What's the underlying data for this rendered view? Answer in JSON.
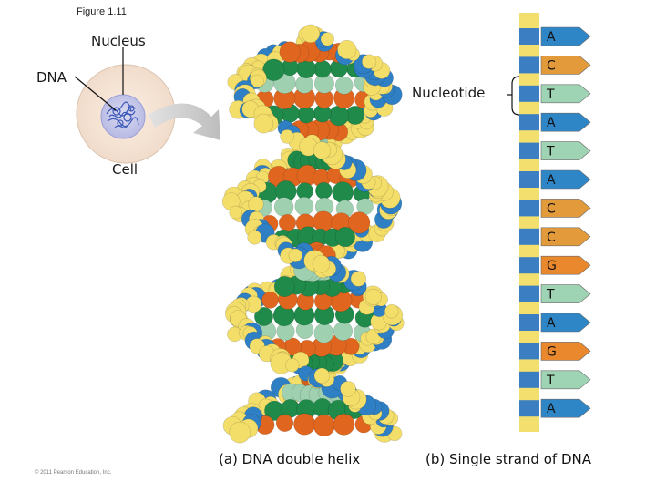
{
  "figure_label": "Figure 1.11",
  "labels": {
    "nucleus": "Nucleus",
    "dna": "DNA",
    "cell": "Cell",
    "nucleotide": "Nucleotide"
  },
  "captions": {
    "double_helix": "(a) DNA double helix",
    "single_strand": "(b) Single strand of DNA"
  },
  "copyright": "© 2011 Pearson Education, Inc.",
  "strand": {
    "bases": [
      "A",
      "C",
      "T",
      "A",
      "T",
      "A",
      "C",
      "C",
      "G",
      "T",
      "A",
      "G",
      "T",
      "A"
    ],
    "colors": {
      "A": "#2f86c6",
      "C": "#e39a3a",
      "T": "#9ed3b4",
      "G": "#e9882d",
      "backbone": "#f2df6e"
    }
  },
  "palette": {
    "yellow": "#f3de6a",
    "blue": "#2f7fc4",
    "orange": "#e0661f",
    "green": "#1f8a4a",
    "mint": "#9fd1b0"
  }
}
